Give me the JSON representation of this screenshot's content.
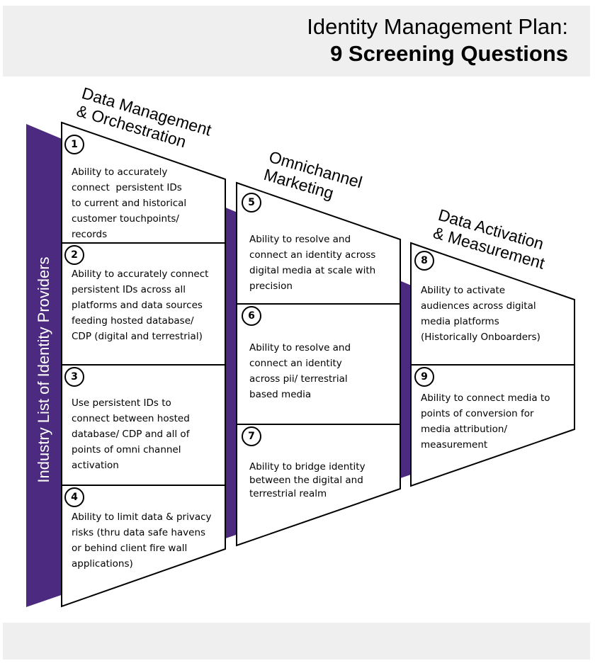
{
  "header": {
    "title_line1": "Identity Management Plan:",
    "title_line2": "9 Screening Questions"
  },
  "side_label": "Industry List of Identity Providers",
  "colors": {
    "purple": "#4b2a7f",
    "band": "#efefef",
    "stroke": "#000000"
  },
  "columns": [
    {
      "title_line1": "Data Management",
      "title_line2": "& Orchestration"
    },
    {
      "title_line1": "Omnichannel",
      "title_line2": "Marketing"
    },
    {
      "title_line1": "Data Activation",
      "title_line2": "& Measurement"
    }
  ],
  "questions": [
    {
      "number": "1",
      "text": "Ability to accurately\nconnect  persistent IDs\nto current and historical\ncustomer touchpoints/\nrecords"
    },
    {
      "number": "2",
      "text": "Ability to accurately connect\npersistent IDs across all\nplatforms and data sources\nfeeding hosted database/\nCDP (digital and terrestrial)"
    },
    {
      "number": "3",
      "text": "Use persistent IDs to\nconnect between hosted\ndatabase/ CDP and all of\npoints of omni channel\nactivation"
    },
    {
      "number": "4",
      "text": "Ability to limit data & privacy\nrisks (thru data safe havens\nor behind client fire wall\napplications)"
    },
    {
      "number": "5",
      "text": "Ability to resolve and\nconnect an identity across\ndigital media at scale with\nprecision"
    },
    {
      "number": "6",
      "text": "Ability to resolve and\nconnect an identity\nacross pii/ terrestrial\nbased media"
    },
    {
      "number": "7",
      "text": "Ability to bridge identity\nbetween the digital and\nterrestrial realm"
    },
    {
      "number": "8",
      "text": "Ability to activate\naudiences across digital\nmedia platforms\n(Historically Onboarders)"
    },
    {
      "number": "9",
      "text": "Ability to connect media to\npoints of conversion for\nmedia attribution/\nmeasurement"
    }
  ]
}
